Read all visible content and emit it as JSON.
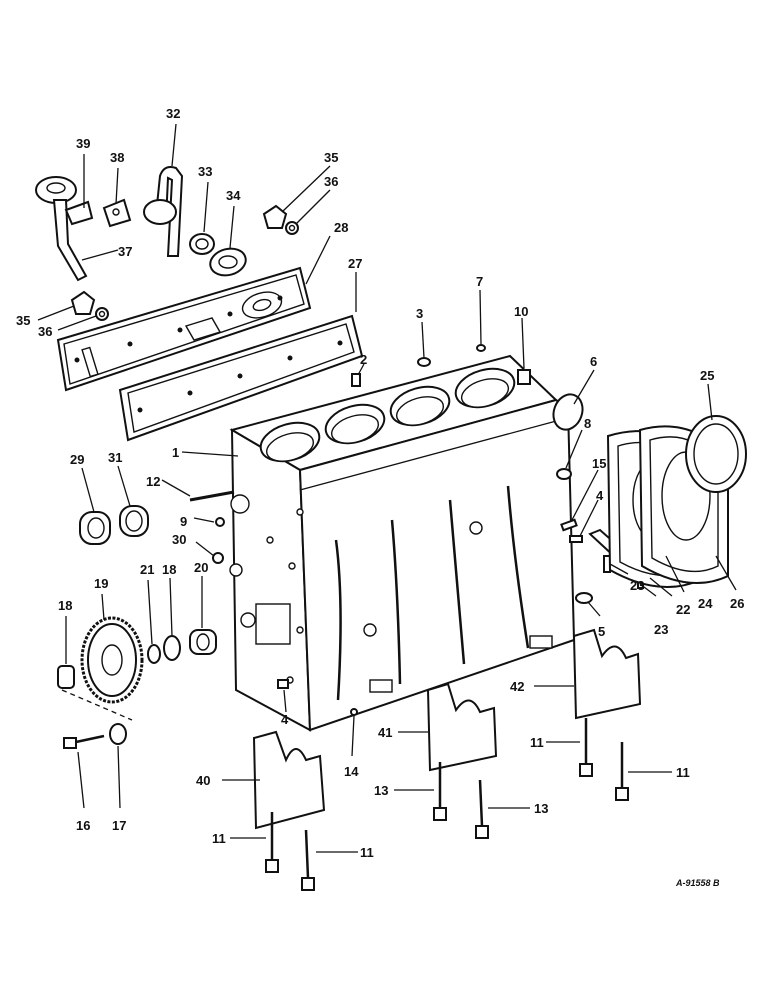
{
  "diagram": {
    "code": "A-91558 B",
    "labels": [
      {
        "id": "l1",
        "text": "1"
      },
      {
        "id": "l2",
        "text": "2"
      },
      {
        "id": "l3",
        "text": "3"
      },
      {
        "id": "l4a",
        "text": "4"
      },
      {
        "id": "l4b",
        "text": "4"
      },
      {
        "id": "l5",
        "text": "5"
      },
      {
        "id": "l6",
        "text": "6"
      },
      {
        "id": "l7",
        "text": "7"
      },
      {
        "id": "l8",
        "text": "8"
      },
      {
        "id": "l9",
        "text": "9"
      },
      {
        "id": "l10",
        "text": "10"
      },
      {
        "id": "l11a",
        "text": "11"
      },
      {
        "id": "l11b",
        "text": "11"
      },
      {
        "id": "l11c",
        "text": "11"
      },
      {
        "id": "l11d",
        "text": "11"
      },
      {
        "id": "l12",
        "text": "12"
      },
      {
        "id": "l13a",
        "text": "13"
      },
      {
        "id": "l13b",
        "text": "13"
      },
      {
        "id": "l14",
        "text": "14"
      },
      {
        "id": "l15",
        "text": "15"
      },
      {
        "id": "l16",
        "text": "16"
      },
      {
        "id": "l17",
        "text": "17"
      },
      {
        "id": "l18a",
        "text": "18"
      },
      {
        "id": "l18b",
        "text": "18"
      },
      {
        "id": "l19",
        "text": "19"
      },
      {
        "id": "l20",
        "text": "20"
      },
      {
        "id": "l21",
        "text": "21"
      },
      {
        "id": "l22",
        "text": "22"
      },
      {
        "id": "l23a",
        "text": "23"
      },
      {
        "id": "l23b",
        "text": "23"
      },
      {
        "id": "l24",
        "text": "24"
      },
      {
        "id": "l25",
        "text": "25"
      },
      {
        "id": "l26",
        "text": "26"
      },
      {
        "id": "l27",
        "text": "27"
      },
      {
        "id": "l28",
        "text": "28"
      },
      {
        "id": "l29",
        "text": "29"
      },
      {
        "id": "l30",
        "text": "30"
      },
      {
        "id": "l31",
        "text": "31"
      },
      {
        "id": "l32",
        "text": "32"
      },
      {
        "id": "l33",
        "text": "33"
      },
      {
        "id": "l34",
        "text": "34"
      },
      {
        "id": "l35a",
        "text": "35"
      },
      {
        "id": "l35b",
        "text": "35"
      },
      {
        "id": "l36a",
        "text": "36"
      },
      {
        "id": "l36b",
        "text": "36"
      },
      {
        "id": "l37",
        "text": "37"
      },
      {
        "id": "l38",
        "text": "38"
      },
      {
        "id": "l39",
        "text": "39"
      },
      {
        "id": "l40",
        "text": "40"
      },
      {
        "id": "l41",
        "text": "41"
      },
      {
        "id": "l42",
        "text": "42"
      }
    ]
  }
}
